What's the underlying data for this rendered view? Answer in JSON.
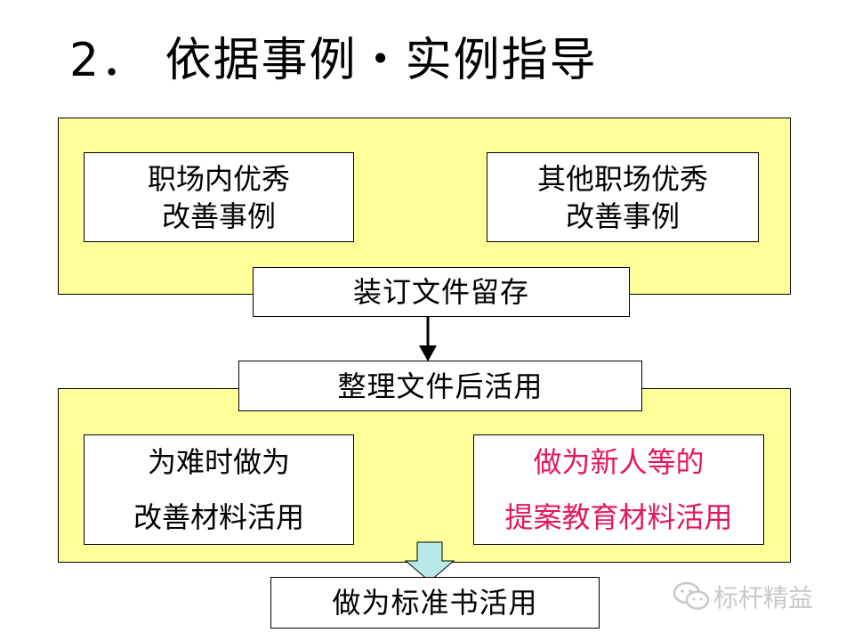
{
  "title": "2． 依据事例・实例指导",
  "top_panel": {
    "left_box": [
      "职场内优秀",
      "改善事例"
    ],
    "right_box": [
      "其他职场优秀",
      "改善事例"
    ],
    "bottom_label": "装订文件留存"
  },
  "middle_label": "整理文件后活用",
  "bottom_panel": {
    "left_box": [
      "为难时做为",
      "改善材料活用"
    ],
    "right_box": [
      "做为新人等的",
      "提案教育材料活用"
    ],
    "right_box_color": "#e5175b"
  },
  "final_label": "做为标准书活用",
  "watermark": {
    "icon": "wechat-icon",
    "text": "标杆精益"
  },
  "colors": {
    "panel": "#ffff99",
    "arrow_fill": "#b7e9e9"
  }
}
